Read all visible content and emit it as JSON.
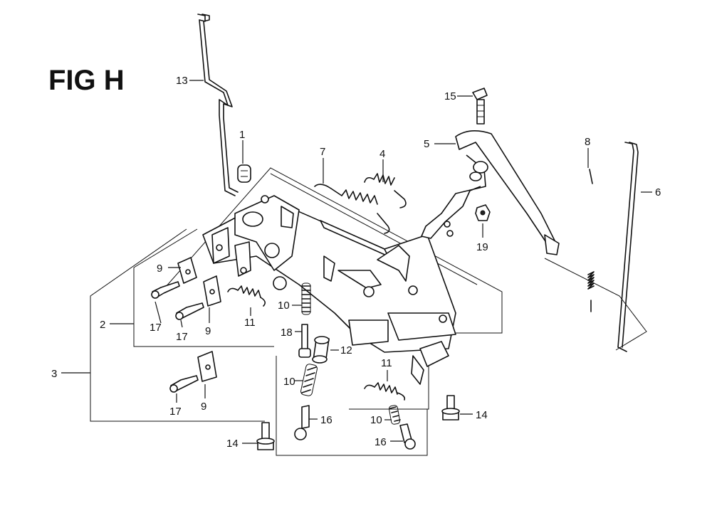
{
  "figure": {
    "title": "FIG H"
  },
  "callouts": [
    {
      "id": "c13",
      "text": "13"
    },
    {
      "id": "c1",
      "text": "1"
    },
    {
      "id": "c7",
      "text": "7"
    },
    {
      "id": "c4",
      "text": "4"
    },
    {
      "id": "c15",
      "text": "15"
    },
    {
      "id": "c5",
      "text": "5"
    },
    {
      "id": "c8",
      "text": "8"
    },
    {
      "id": "c6",
      "text": "6"
    },
    {
      "id": "c19",
      "text": "19"
    },
    {
      "id": "c9a",
      "text": "9"
    },
    {
      "id": "c17a",
      "text": "17"
    },
    {
      "id": "c17b",
      "text": "17"
    },
    {
      "id": "c9b",
      "text": "9"
    },
    {
      "id": "c2",
      "text": "2"
    },
    {
      "id": "c11a",
      "text": "11"
    },
    {
      "id": "c10a",
      "text": "10"
    },
    {
      "id": "c18",
      "text": "18"
    },
    {
      "id": "c12",
      "text": "12"
    },
    {
      "id": "c3",
      "text": "3"
    },
    {
      "id": "c11b",
      "text": "11"
    },
    {
      "id": "c10b",
      "text": "10"
    },
    {
      "id": "c17c",
      "text": "17"
    },
    {
      "id": "c9c",
      "text": "9"
    },
    {
      "id": "c16a",
      "text": "16"
    },
    {
      "id": "c10c",
      "text": "10"
    },
    {
      "id": "c14a",
      "text": "14"
    },
    {
      "id": "c16b",
      "text": "16"
    },
    {
      "id": "c14b",
      "text": "14"
    }
  ]
}
